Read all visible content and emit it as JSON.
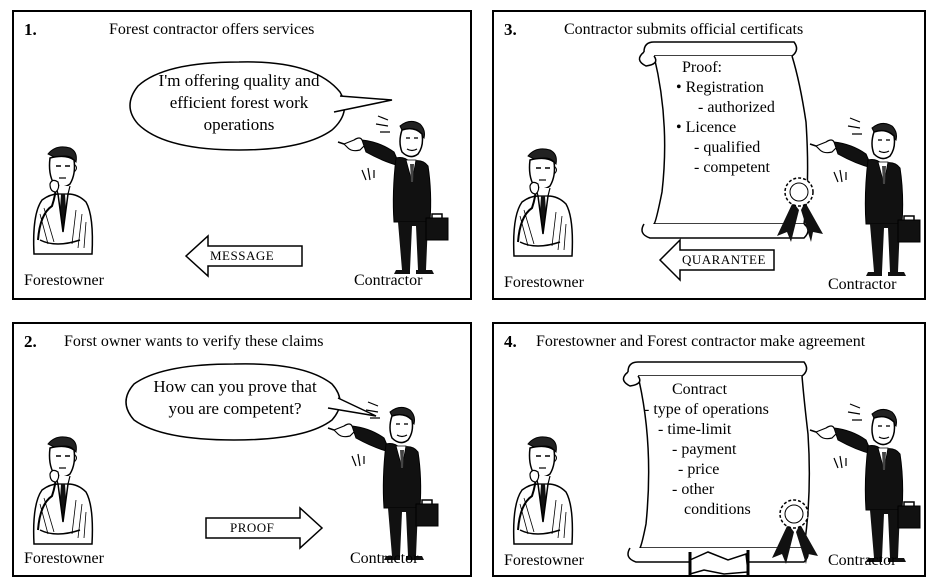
{
  "panels": [
    {
      "number": "1.",
      "title": "Forest contractor offers services",
      "bubble": [
        "I'm offering quality and",
        "efficient forest work",
        "operations"
      ],
      "arrow_label": "MESSAGE",
      "left_role": "Forestowner",
      "right_role": "Contractor"
    },
    {
      "number": "2.",
      "title": "Forst owner wants to verify these claims",
      "bubble": [
        "How can you prove that",
        "you are competent?"
      ],
      "arrow_label": "PROOF",
      "left_role": "Forestowner",
      "right_role": "Contractor"
    },
    {
      "number": "3.",
      "title": "Contractor submits official certificats",
      "scroll": [
        "Proof:",
        "• Registration",
        "- authorized",
        "• Licence",
        "- qualified",
        "- competent"
      ],
      "arrow_label": "QUARANTEE",
      "left_role": "Forestowner",
      "right_role": "Contractor"
    },
    {
      "number": "4.",
      "title": "Forestowner and Forest contractor make agreement",
      "scroll": [
        "Contract",
        "- type of operations",
        "- time-limit",
        "- payment",
        "- price",
        "- other",
        "conditions"
      ],
      "left_role": "Forestowner",
      "right_role": "Contractor"
    }
  ]
}
